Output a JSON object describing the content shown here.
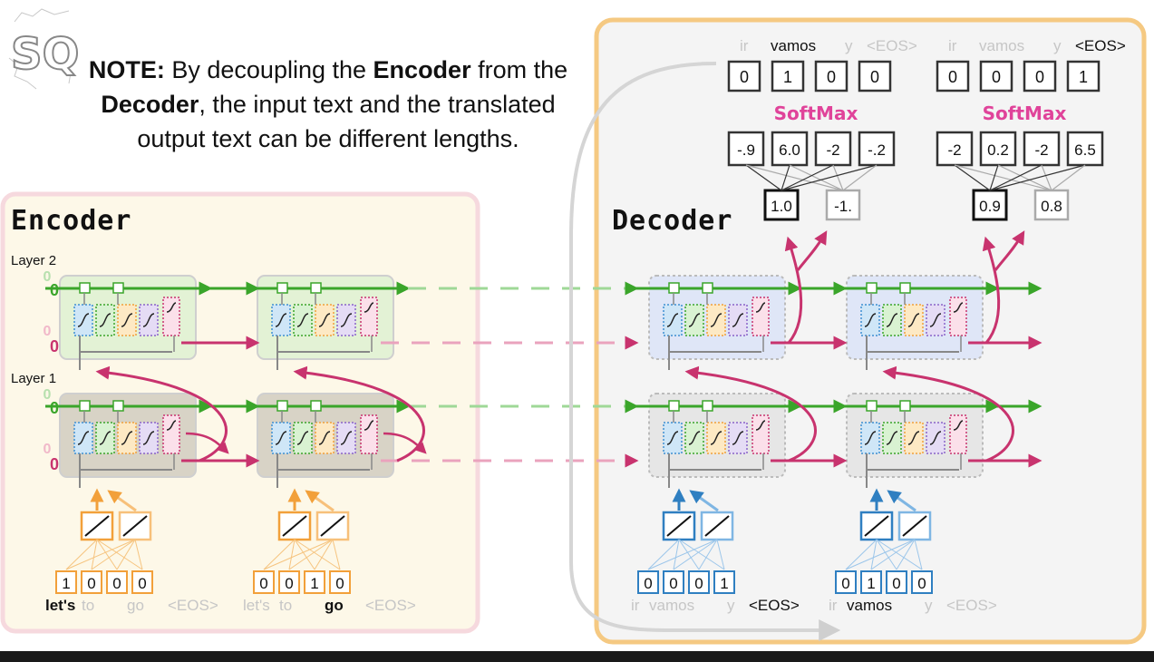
{
  "logo": {
    "letters": "SQ",
    "icon": "statquest-logo"
  },
  "note": {
    "prefix": "NOTE:",
    "t1": " By decoupling the ",
    "encoder": "Encoder",
    "t2": " from the ",
    "decoder": "Decoder",
    "t3": ", the input text and the translated output text can be different lengths."
  },
  "encoder": {
    "title": "Encoder",
    "layer2_label": "Layer 2",
    "layer1_label": "Layer 1",
    "init_state": "0",
    "steps": [
      {
        "onehot": [
          "1",
          "0",
          "0",
          "0"
        ],
        "words": [
          "let's",
          "to",
          "go",
          "<EOS>"
        ],
        "active_index": 0
      },
      {
        "onehot": [
          "0",
          "0",
          "1",
          "0"
        ],
        "words": [
          "let's",
          "to",
          "go",
          "<EOS>"
        ],
        "active_index": 2
      }
    ]
  },
  "decoder": {
    "title": "Decoder",
    "softmax_label": "SoftMax",
    "steps": [
      {
        "input_onehot": [
          "0",
          "0",
          "0",
          "1"
        ],
        "input_words": [
          "ir",
          "vamos",
          "y",
          "<EOS>"
        ],
        "input_active": 3,
        "fc_out": [
          "1.0",
          "-1."
        ],
        "logits": [
          "-.9",
          "6.0",
          "-2",
          "-.2"
        ],
        "softmax": [
          "0",
          "1",
          "0",
          "0"
        ],
        "output_words": [
          "ir",
          "vamos",
          "y",
          "<EOS>"
        ],
        "output_active": 1
      },
      {
        "input_onehot": [
          "0",
          "1",
          "0",
          "0"
        ],
        "input_words": [
          "ir",
          "vamos",
          "y",
          "<EOS>"
        ],
        "input_active": 1,
        "fc_out": [
          "0.9",
          "0.8"
        ],
        "logits": [
          "-2",
          "0.2",
          "-2",
          "6.5"
        ],
        "softmax": [
          "0",
          "0",
          "0",
          "1"
        ],
        "output_words": [
          "ir",
          "vamos",
          "y",
          "<EOS>"
        ],
        "output_active": 3
      }
    ]
  },
  "colors": {
    "green": "#3aa52a",
    "magenta": "#c8336e",
    "orange": "#f2a03a",
    "blue": "#2f7fc1",
    "encoder_bg": "#fdf8e8",
    "encoder_border": "#f6d9de",
    "decoder_bg": "#f4f4f4",
    "decoder_border": "#f5c982",
    "softmax": "#e0439a"
  }
}
